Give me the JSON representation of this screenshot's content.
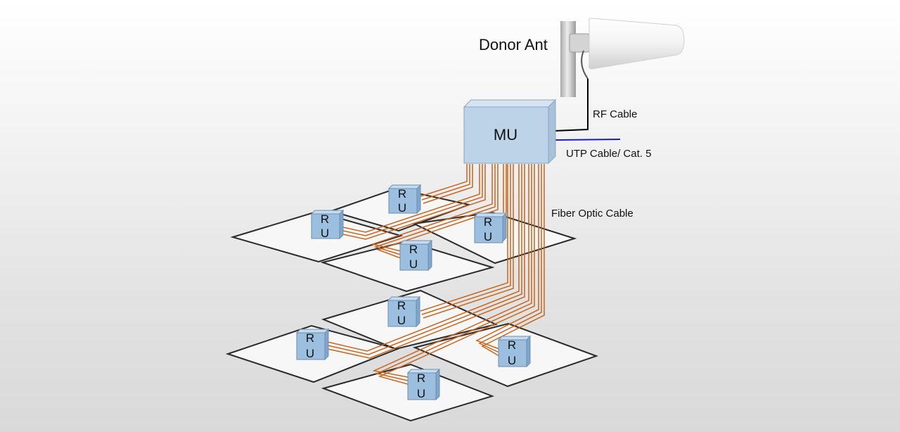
{
  "labels": {
    "donor_ant": "Donor Ant",
    "rf_cable": "RF Cable",
    "utp_cable": "UTP Cable/ Cat. 5",
    "fiber_cable": "Fiber Optic Cable",
    "mu": "MU"
  },
  "ru_units": [
    {
      "id": "ru-1",
      "top": "R",
      "bottom": "U"
    },
    {
      "id": "ru-2",
      "top": "R",
      "bottom": "U"
    },
    {
      "id": "ru-3",
      "top": "R",
      "bottom": "U"
    },
    {
      "id": "ru-4",
      "top": "R",
      "bottom": "U"
    },
    {
      "id": "ru-5",
      "top": "R",
      "bottom": "U"
    },
    {
      "id": "ru-6",
      "top": "R",
      "bottom": "U"
    },
    {
      "id": "ru-7",
      "top": "R",
      "bottom": "U"
    },
    {
      "id": "ru-8",
      "top": "R",
      "bottom": "U"
    }
  ],
  "colors": {
    "box_fill": "#bcd3e8",
    "ru_fill": "#9cbfe0",
    "fiber": "#c8651e",
    "rf_cable": "#000000",
    "utp_cable": "#1a1ac8",
    "floor_edge": "#2a2a2a"
  }
}
